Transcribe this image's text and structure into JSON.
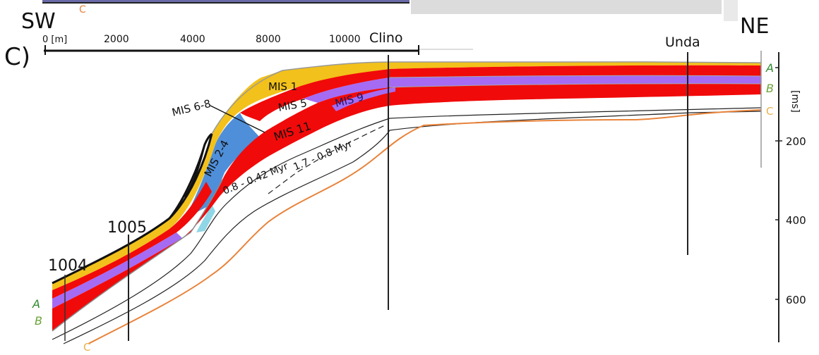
{
  "orientation": {
    "left": "SW",
    "right": "NE"
  },
  "panel_label": "C)",
  "top_strip": {
    "label": "C"
  },
  "scale_bar": {
    "ticks": [
      "0 [m]",
      "2000",
      "4000",
      "8000",
      "10000"
    ]
  },
  "wells": {
    "w1004": "1004",
    "w1005": "1005",
    "clino": "Clino",
    "unda": "Unda"
  },
  "units": {
    "mis1": "MIS 1",
    "mis24": "MIS 2-4",
    "mis5": "MIS 5",
    "mis68": "MIS 6-8",
    "mis9": "MIS 9",
    "mis11": "MIS 11"
  },
  "ages": {
    "a1": "0.8 - 0.42 Myr",
    "a2": "1.7 - 0.8 Myr"
  },
  "horizons": {
    "A": "A",
    "B": "B",
    "C": "C"
  },
  "depth_axis": {
    "unit": "[ms]",
    "ticks": [
      "200",
      "400",
      "600"
    ]
  },
  "colors": {
    "mis1": "#f2c11b",
    "mis24": "#4f8fd9",
    "red": "#f10a0a",
    "purple": "#a56bf2",
    "horizon_a": "#2e8b2e",
    "horizon_b": "#6aa336",
    "horizon_c": "#e8833a",
    "c_right": "#e8b24a"
  }
}
